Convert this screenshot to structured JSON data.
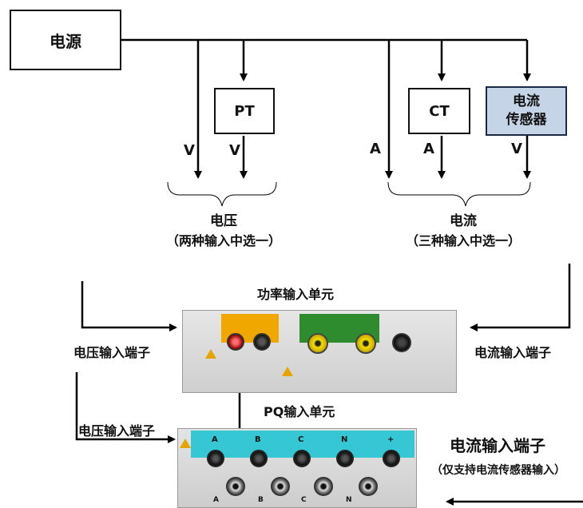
{
  "power_source": "电源",
  "pt": "PT",
  "ct": "CT",
  "current_sensor": "电流\n传感器",
  "signal_labels": {
    "v1": "V",
    "v2": "V",
    "a1": "A",
    "a2": "A",
    "v3": "V"
  },
  "voltage_group": {
    "title": "电压",
    "subtitle": "（两种输入中选一）"
  },
  "current_group": {
    "title": "电流",
    "subtitle": "（三种输入中选一）"
  },
  "power_unit_title": "功率输入单元",
  "pq_unit_title": "PQ输入单元",
  "voltage_terminal_1": "电压输入端子",
  "current_terminal_1": "电流输入端子",
  "voltage_terminal_2": "电压输入端子",
  "current_terminal_2": "电流输入端子",
  "current_terminal_2_note": "（仅支持电流传感器输入）",
  "pq_channels": [
    "A",
    "B",
    "C",
    "N",
    "+"
  ],
  "pq_bnc_channels": [
    "A",
    "B",
    "C",
    "N"
  ],
  "colors": {
    "sensor_fill": "#c5d4e6",
    "voltage_panel": "#f0a800",
    "current_panel": "#2e8b2e",
    "pq_strip": "#35c8d4",
    "module_body": "#d8d8d8"
  }
}
